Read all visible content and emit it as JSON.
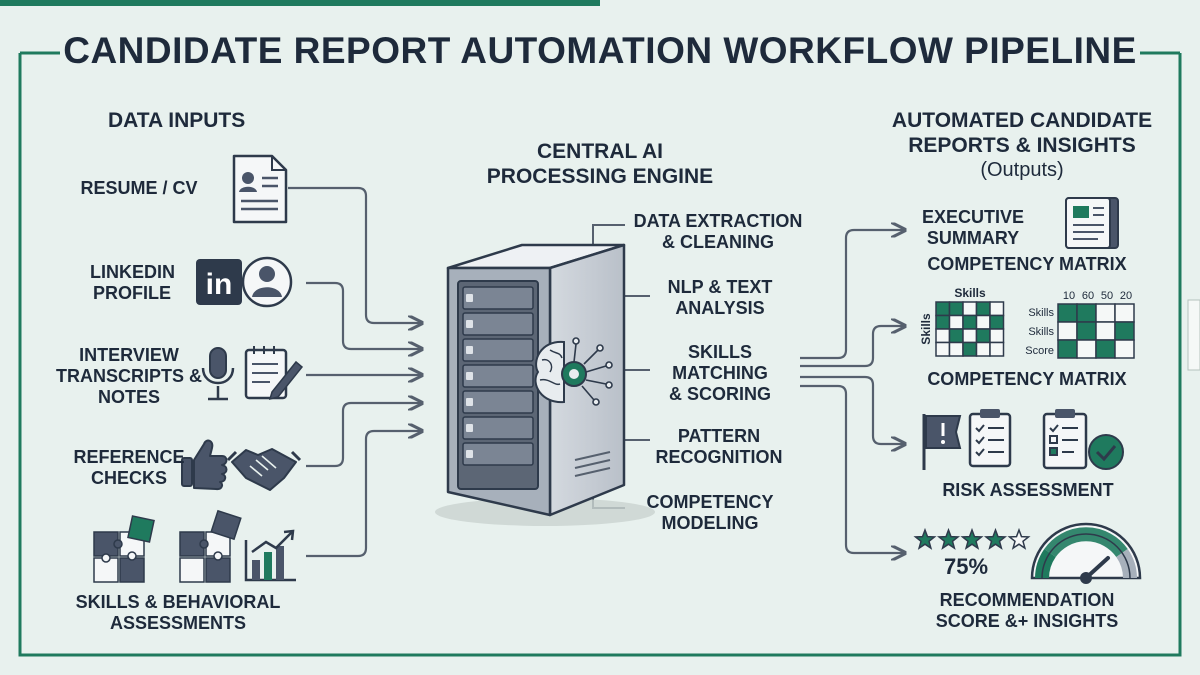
{
  "title": "CANDIDATE REPORT AUTOMATION WORKFLOW PIPELINE",
  "inputs": {
    "heading": "DATA INPUTS",
    "items": [
      {
        "label": "RESUME / CV",
        "icon": "resume-icon"
      },
      {
        "label": "LINKEDIN PROFILE",
        "icon": "linkedin-icon"
      },
      {
        "label": "INTERVIEW TRANSCRIPTS & NOTES",
        "icon": "microphone-icon"
      },
      {
        "label": "REFERENCE CHECKS",
        "icon": "thumbs-up-icon"
      },
      {
        "label": "SKILLS & BEHAVIORAL ASSESSMENTS",
        "icon": "puzzle-icon"
      }
    ],
    "linkedin_logo_text": "in"
  },
  "engine": {
    "heading_line1": "CENTRAL AI",
    "heading_line2": "PROCESSING ENGINE",
    "steps": [
      {
        "line1": "DATA EXTRACTION",
        "line2": "& CLEANING"
      },
      {
        "line1": "NLP & TEXT",
        "line2": "ANALYSIS"
      },
      {
        "line1": "SKILLS",
        "line2": "MATCHING",
        "line3": "& SCORING"
      },
      {
        "line1": "PATTERN",
        "line2": "RECOGNITION"
      },
      {
        "line1": "COMPETENCY",
        "line2": "MODELING"
      }
    ]
  },
  "outputs": {
    "heading_line1": "AUTOMATED CANDIDATE",
    "heading_line2": "REPORTS & INSIGHTS",
    "heading_sub": "(Outputs)",
    "executive_summary_line1": "EXECUTIVE",
    "executive_summary_line2": "SUMMARY",
    "competency_matrix_top": "COMPETENCY MATRIX",
    "competency_matrix_bottom": "COMPETENCY MATRIX",
    "matrix_left": {
      "top_label": "Skills",
      "side_label": "Skills"
    },
    "matrix_right": {
      "column_values": [
        "10",
        "60",
        "50",
        "20"
      ],
      "row_labels": [
        "Skills",
        "Skills",
        "Score"
      ]
    },
    "risk_assessment": "RISK ASSESSMENT",
    "stars": {
      "filled": 4,
      "total": 5
    },
    "score_percent": "75%",
    "recommendation_line1": "RECOMMENDATION",
    "recommendation_line2": "SCORE &+ INSIGHTS"
  },
  "colors": {
    "background": "#e8f1ee",
    "accent": "#1f7a5e",
    "navy": "#1e2a3b",
    "slate": "#4a5569",
    "connector": "#56606e"
  }
}
